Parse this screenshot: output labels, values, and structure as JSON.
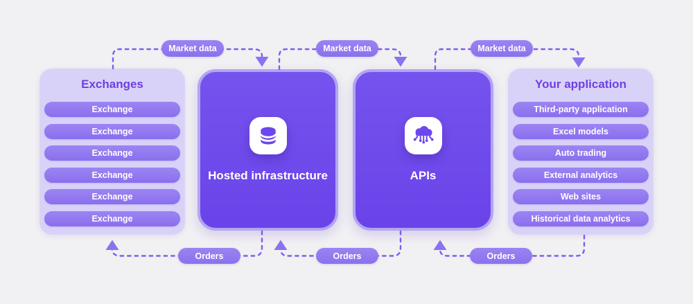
{
  "left_panel": {
    "title": "Exchanges",
    "items": [
      "Exchange",
      "Exchange",
      "Exchange",
      "Exchange",
      "Exchange",
      "Exchange"
    ]
  },
  "hosted_box": {
    "label": "Hosted infrastructure",
    "icon": "database-icon"
  },
  "apis_box": {
    "label": "APIs",
    "icon": "cloud-network-icon"
  },
  "right_panel": {
    "title": "Your application",
    "items": [
      "Third-party application",
      "Excel models",
      "Auto trading",
      "External analytics",
      "Web sites",
      "Historical data analytics"
    ]
  },
  "connectors": {
    "market_data_label": "Market data",
    "orders_label": "Orders",
    "top_flow_direction": "left-to-right",
    "bottom_flow_direction": "right-to-left"
  },
  "colors": {
    "background": "#f1f0f2",
    "panel": "#d9d2f8",
    "pill": "#8f77ee",
    "box": "#6c47ec",
    "box_border": "#b2a5f2",
    "badge": "#8f79ee",
    "dash_line": "#7c5df0",
    "arrowhead": "#8b72ee",
    "title_text": "#6d3fe3"
  }
}
